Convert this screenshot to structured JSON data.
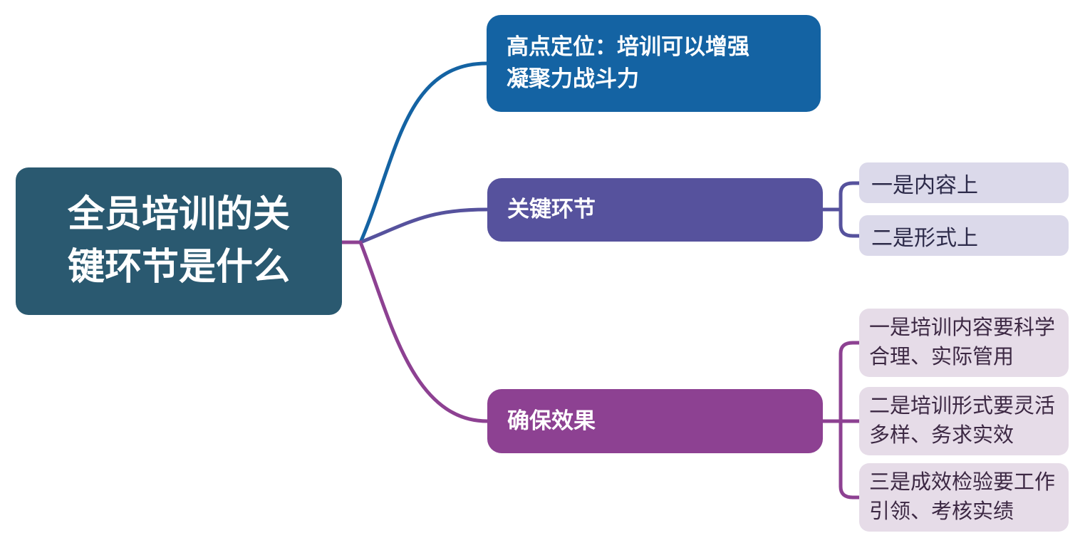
{
  "mindmap": {
    "root": {
      "label": "全员培训的关键环节是什么",
      "color": "#2A5970",
      "text_color": "#FFFFFF"
    },
    "branches": [
      {
        "label": "高点定位：培训可以增强凝聚力战斗力",
        "color": "#1463A3",
        "text_color": "#FFFFFF",
        "children": []
      },
      {
        "label": "关键环节",
        "color": "#56529D",
        "text_color": "#FFFFFF",
        "child_bg": "#DBD9EA",
        "child_text_color": "#2D2B4A",
        "children": [
          {
            "label": "一是内容上"
          },
          {
            "label": "二是形式上"
          }
        ]
      },
      {
        "label": "确保效果",
        "color": "#8D4192",
        "text_color": "#FFFFFF",
        "child_bg": "#E6DCE8",
        "child_text_color": "#3C2843",
        "children": [
          {
            "label": "一是培训内容要科学合理、实际管用"
          },
          {
            "label": "二是培训形式要灵活多样、务求实效"
          },
          {
            "label": "三是成效检验要工作引领、考核实绩"
          }
        ]
      }
    ],
    "connector_colors": {
      "root_stub": "#8D4192",
      "top_branch": "#1463A3",
      "middle_branch": "#56529D",
      "bottom_branch": "#8D4192"
    },
    "background": "#FFFFFF"
  }
}
